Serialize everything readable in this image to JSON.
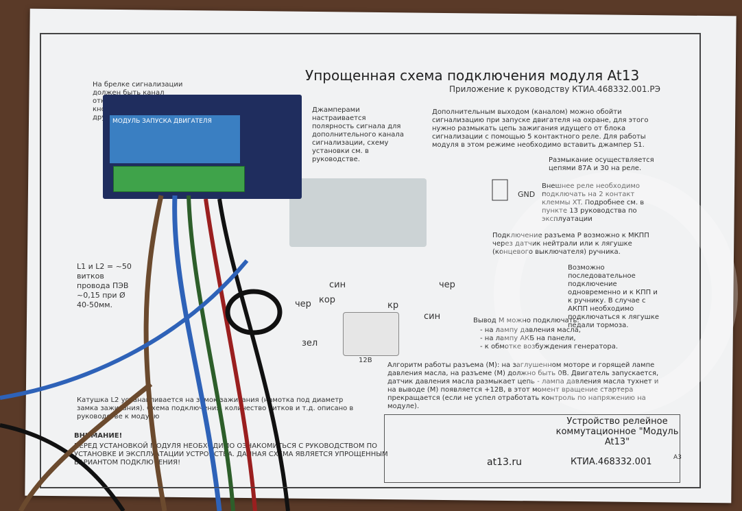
{
  "sheet": {
    "title": "Упрощенная схема подключения модуля At13",
    "subtitle": "Приложение к руководству КТИА.468332.001.РЭ",
    "left_notes": {
      "top": "На брелке сигнализации должен быть канал открывания багажника или кнопки, для активации других...",
      "l1l2": "L1 и L2 = ~50 витков провода ПЭВ ~0,15 при Ø 40-50мм.",
      "coil": "Катушка L2 устанавливается на замок зажигания (намотка под диаметр замка зажигания). Схема подключения, количество витков и т.д. описано в руководстве к модулю",
      "warning_title": "ВНИМАНИЕ!",
      "warning_text": "ПЕРЕД УСТАНОВКОЙ МОДУЛЯ НЕОБХОДИМО ОЗНАКОМИТЬСЯ С РУКОВОДСТВОМ ПО УСТАНОВКЕ И ЭКСПЛУАТАЦИИ УСТРОЙСТВА. ДАННАЯ СХЕМА ЯВЛЯЕТСЯ УПРОЩЕННЫМ ВАРИАНТОМ ПОДКЛЮЧЕНИЯ!"
    },
    "center_note": "Джамперами настраивается полярность сигнала для дополнительного канала сигнализации, схему установки см. в руководстве.",
    "right_notes": {
      "extra": "Дополнительным выходом (каналом) можно обойти сигнализацию при запуске двигателя на охране, для этого нужно размыкать цепь зажигания идущего от блока сигнализации с помощью 5 контактного реле. Для работы модуля в этом режиме необходимо вставить джампер S1.",
      "break": "Размыкание осуществляется цепями 87А и 30 на реле.",
      "relay": "Внешнее реле необходимо подключать на 2 контакт клеммы XT. Подробнее см. в пункте 13 руководства по эксплуатации",
      "p_conn": "Подключение разъема Р возможно к МКПП через датчик нейтрали или к лягушке (концевого выключателя) ручника.",
      "seq": "Возможно последовательное подключение одновременно и к КПП и к ручнику. В случае с АКПП необходимо подключаться к лягушке педали тормоза.",
      "m_title": "Вывод М можно подключать:",
      "m_items": [
        "- на лампу давления масла,",
        "- на лампу АКБ на панели,",
        "- к обмотке возбуждения генератора."
      ],
      "algo": "Алгоритм работы разъема (М): на заглушенном моторе и горящей лампе давления масла, на разъеме (М) должно быть 0В. Двигатель запускается, датчик давления масла размыкает цепь - лампа давления масла тухнет и на выводе (М) появляется +12В, в этот момент вращение стартера прекращается (если не успел отработать контроль по напряжению на модуле)."
    },
    "gnd": "GND",
    "battery_label": "12В",
    "module_label": "МОДУЛЬ ЗАПУСКА ДВИГАТЕЛЯ",
    "title_block": {
      "name": "Устройство релейное коммутационное \"Модуль At13\"",
      "site": "at13.ru",
      "doc": "КТИА.468332.001",
      "format": "A3"
    },
    "handwritten": [
      "чер",
      "кор",
      "син",
      "зел",
      "кр",
      "чер",
      "син"
    ]
  }
}
